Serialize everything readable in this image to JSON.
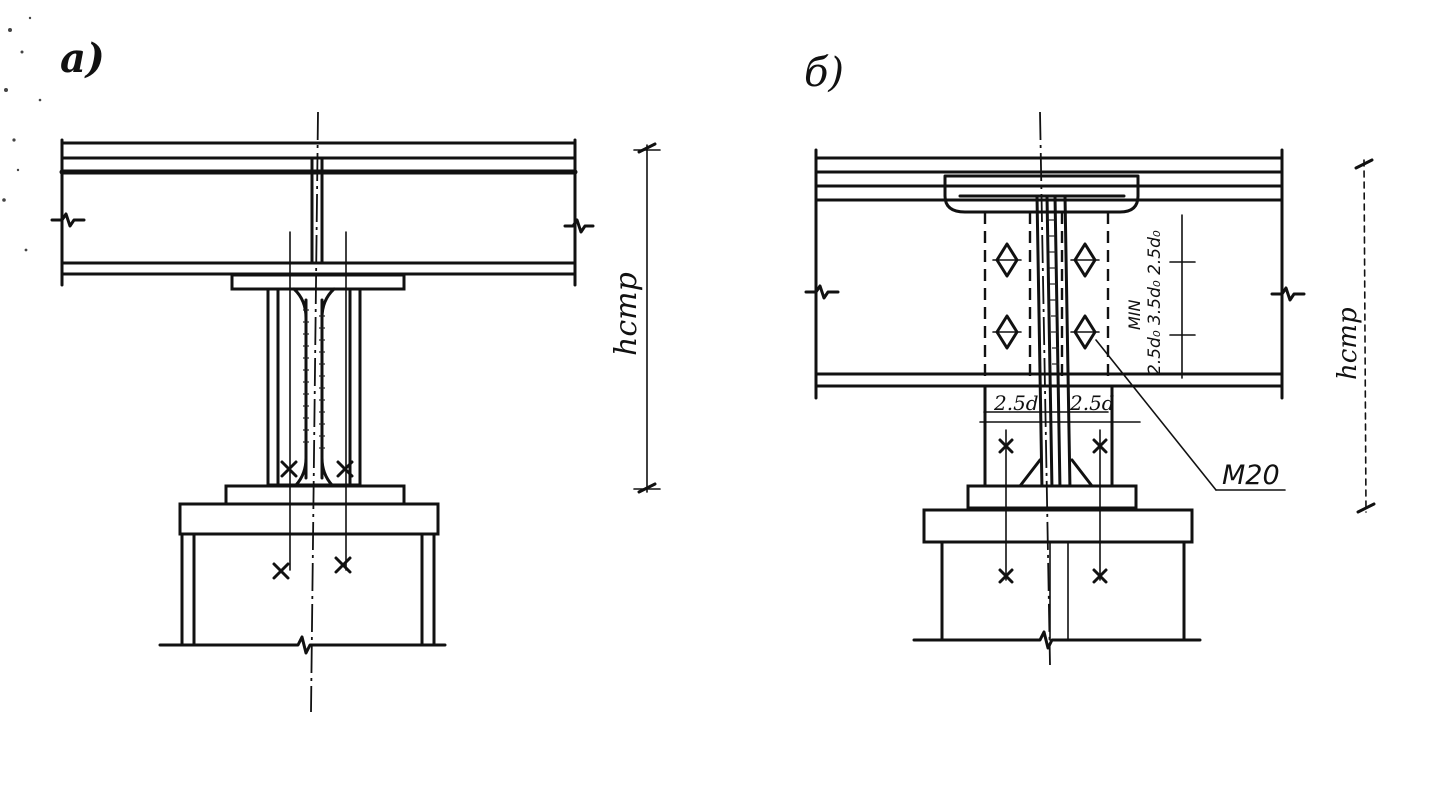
{
  "figure": {
    "label_a": "a)",
    "label_b": "б)",
    "dim_height_a": "hстр",
    "dim_height_b": "hстр",
    "bolt_callout": "M20",
    "spacing_horizontal_left": "2.5d",
    "spacing_horizontal_right": "2.5d",
    "spacing_vertical_text": "2.5d₀ 3.5d₀ 2.5d₀",
    "spacing_vertical_label": "MIN"
  }
}
